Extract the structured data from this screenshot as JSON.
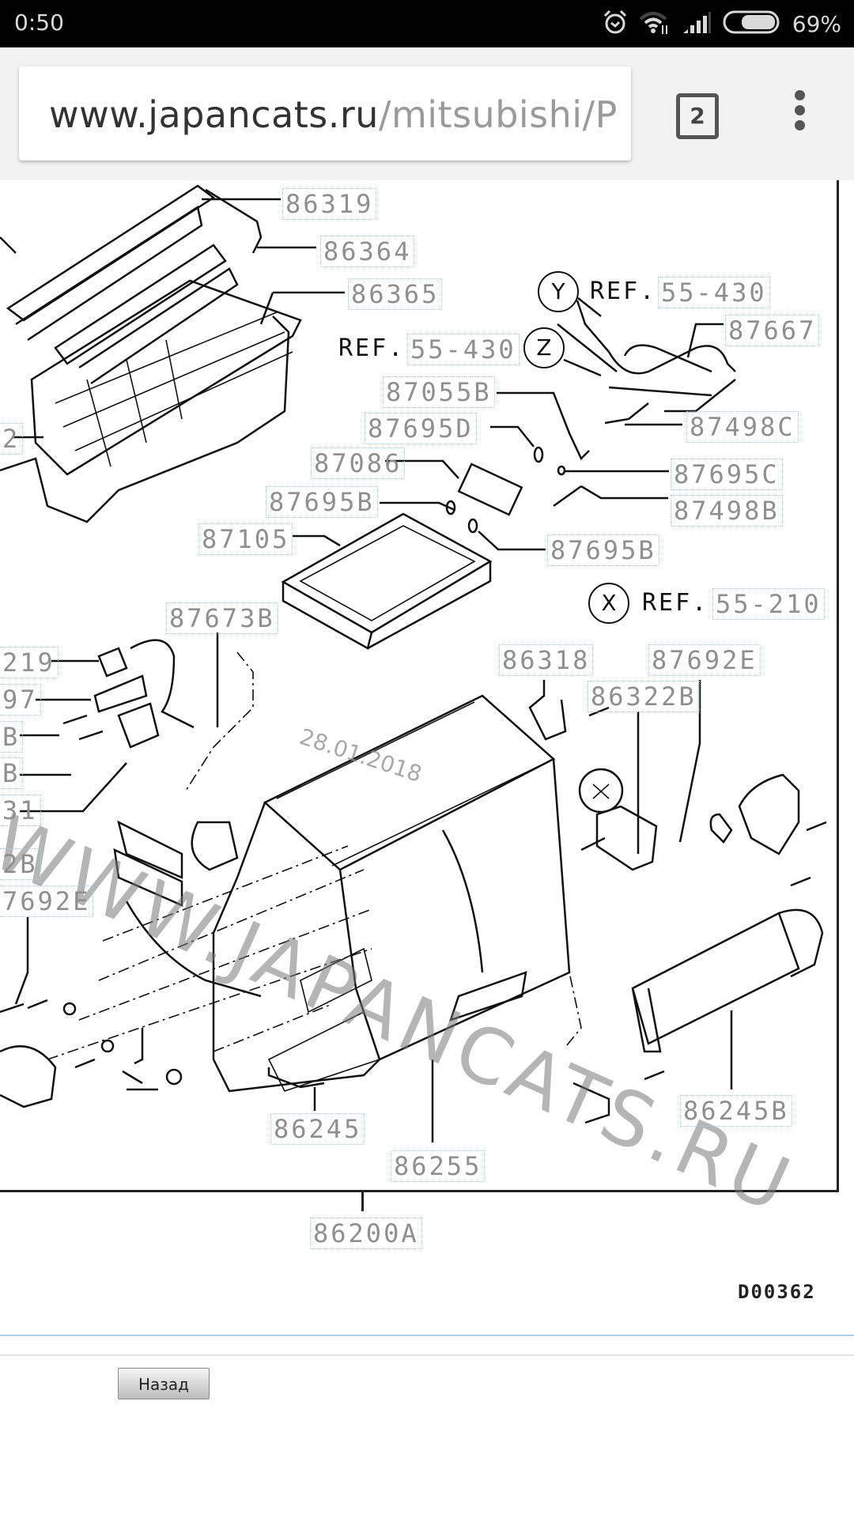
{
  "status_bar": {
    "time": "0:50",
    "icons": [
      "alarm-icon",
      "wifi-icon",
      "signal-icon",
      "battery-icon"
    ],
    "battery_percent": "69%",
    "battery_level": 0.69
  },
  "browser": {
    "url_host": "www.japancats.ru",
    "url_path": "/mitsubishi/P",
    "tab_count": "2",
    "menu_icon": "overflow-menu-icon"
  },
  "diagram": {
    "part_labels": {
      "p86319": "86319",
      "p86364": "86364",
      "p86365": "86365",
      "p87667": "87667",
      "p87055B": "87055B",
      "p87695D": "87695D",
      "p87498C": "87498C",
      "p87086": "87086",
      "p87695C": "87695C",
      "p87695B_left": "87695B",
      "p87498B": "87498B",
      "p87105": "87105",
      "p87695B_right": "87695B",
      "p87673B": "87673B",
      "p86318": "86318",
      "p87692E_right": "87692E",
      "p86322B": "86322B",
      "p86245": "86245",
      "p86255": "86255",
      "p86245B": "86245B",
      "p86200A": "86200A",
      "partial_2": "2",
      "partial_219": "219",
      "partial_97": "97",
      "partial_B1": "B",
      "partial_B2": "B",
      "partial_31": "31",
      "partial_2B": "2B",
      "partial_7692E": "7692E"
    },
    "references": {
      "y_marker": "Y",
      "y_ref_prefix": "REF.",
      "y_ref_value": "55-430",
      "z_marker": "Z",
      "z_ref_prefix": "REF.",
      "z_ref_value": "55-430",
      "x_marker": "X",
      "x_ref_prefix": "REF.",
      "x_ref_value": "55-210",
      "x_marker_inline": "X"
    },
    "diagram_code": "D00362",
    "watermark": "WWW.JAPANCATS.RU",
    "watermark_date": "28.01.2018"
  },
  "page": {
    "back_button": "Назад"
  }
}
